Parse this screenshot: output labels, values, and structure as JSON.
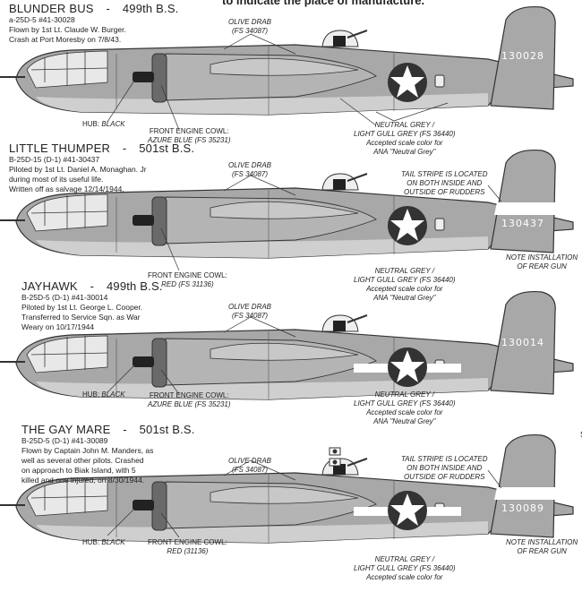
{
  "header": {
    "cut_text": "to indicate the place of manufacture."
  },
  "colors": {
    "olive_drab": "#a8a8a8",
    "neutral_grey": "#cfcfcf",
    "outline": "#333333",
    "roundel": "#333333"
  },
  "aircraft": [
    {
      "name": "BLUNDER BUS",
      "squadron": "499th B.S.",
      "serial": "a-25D-5 #41-30028",
      "notes": [
        "Flown by 1st Lt. Claude W. Burger.",
        "Crash at Port Moresby on 7/8/43."
      ],
      "tail_number": "130028",
      "olive_drab": [
        "OLIVE DRAB",
        "(FS 34087)"
      ],
      "hub": {
        "label": "HUB:",
        "color": "BLACK"
      },
      "cowl": {
        "label": "FRONT ENGINE COWL:",
        "color": "AZURE BLUE (FS 35231)"
      },
      "neutral": [
        "NEUTRAL GREY /",
        "LIGHT GULL GREY (FS 36440)",
        "Accepted scale color for",
        "ANA \"Neutral Grey\""
      ]
    },
    {
      "name": "LITTLE THUMPER",
      "squadron": "501st B.S.",
      "serial": "B-25D-15 (D-1) #41-30437",
      "notes": [
        "Piloted by 1st Lt. Daniel A. Monaghan. Jr",
        "during most of its useful life.",
        "Written off as salvage 12/14/1944."
      ],
      "tail_number": "130437",
      "olive_drab": [
        "OLIVE DRAB",
        "(FS 34087)"
      ],
      "tail_stripe": [
        "TAIL STRIPE IS LOCATED",
        "ON BOTH INSIDE AND",
        "OUTSIDE OF RUDDERS"
      ],
      "rear_gun": [
        "NOTE INSTALLATION",
        "OF REAR GUN"
      ],
      "cowl": {
        "label": "FRONT ENGINE COWL:",
        "color": "RED (FS 31136)"
      },
      "neutral": [
        "NEUTRAL GREY /",
        "LIGHT GULL GREY (FS 36440)",
        "Accepted scale color for",
        "ANA \"Neutral Grey\""
      ]
    },
    {
      "name": "JAYHAWK",
      "squadron": "499th B.S.",
      "serial": "B-25D-5 (D-1) #41-30014",
      "notes": [
        "Piloted by 1st Lt. George L. Cooper.",
        "Transferred to Service Sqn. as War",
        "Weary on 10/17/1944"
      ],
      "tail_number": "130014",
      "olive_drab": [
        "OLIVE DRAB",
        "(FS 34087)"
      ],
      "hub": {
        "label": "HUB:",
        "color": "BLACK"
      },
      "cowl": {
        "label": "FRONT ENGINE COWL:",
        "color": "AZURE BLUE (FS 35231)"
      },
      "neutral": [
        "NEUTRAL GREY /",
        "LIGHT GULL GREY (FS 36440)",
        "Accepted scale color for",
        "ANA \"Neutral Grey\""
      ]
    },
    {
      "name": "THE GAY MARE",
      "squadron": "501st B.S.",
      "serial": "B-25D-5 (D-1) #41-30089",
      "notes": [
        "Flown by Captain John M. Manders, as",
        "well as several other pilots.  Crashed",
        "on approach to Biak Island, with 5",
        "killed and one injured, on 8/30/1944."
      ],
      "tail_number": "130089",
      "olive_drab": [
        "OLIVE DRAB",
        "(FS 34087)"
      ],
      "tail_stripe": [
        "TAIL STRIPE IS LOCATED",
        "ON BOTH INSIDE AND",
        "OUTSIDE OF RUDDERS"
      ],
      "rear_gun": [
        "NOTE INSTALLATION",
        "OF REAR GUN"
      ],
      "hub": {
        "label": "HUB:",
        "color": "BLACK"
      },
      "cowl": {
        "label": "FRONT ENGINE COWL:",
        "color": "RED (31136)"
      },
      "neutral": [
        "NEUTRAL GREY /",
        "LIGHT GULL GREY (FS 36440)",
        "Accepted scale color for"
      ]
    }
  ],
  "page_marker": "S"
}
